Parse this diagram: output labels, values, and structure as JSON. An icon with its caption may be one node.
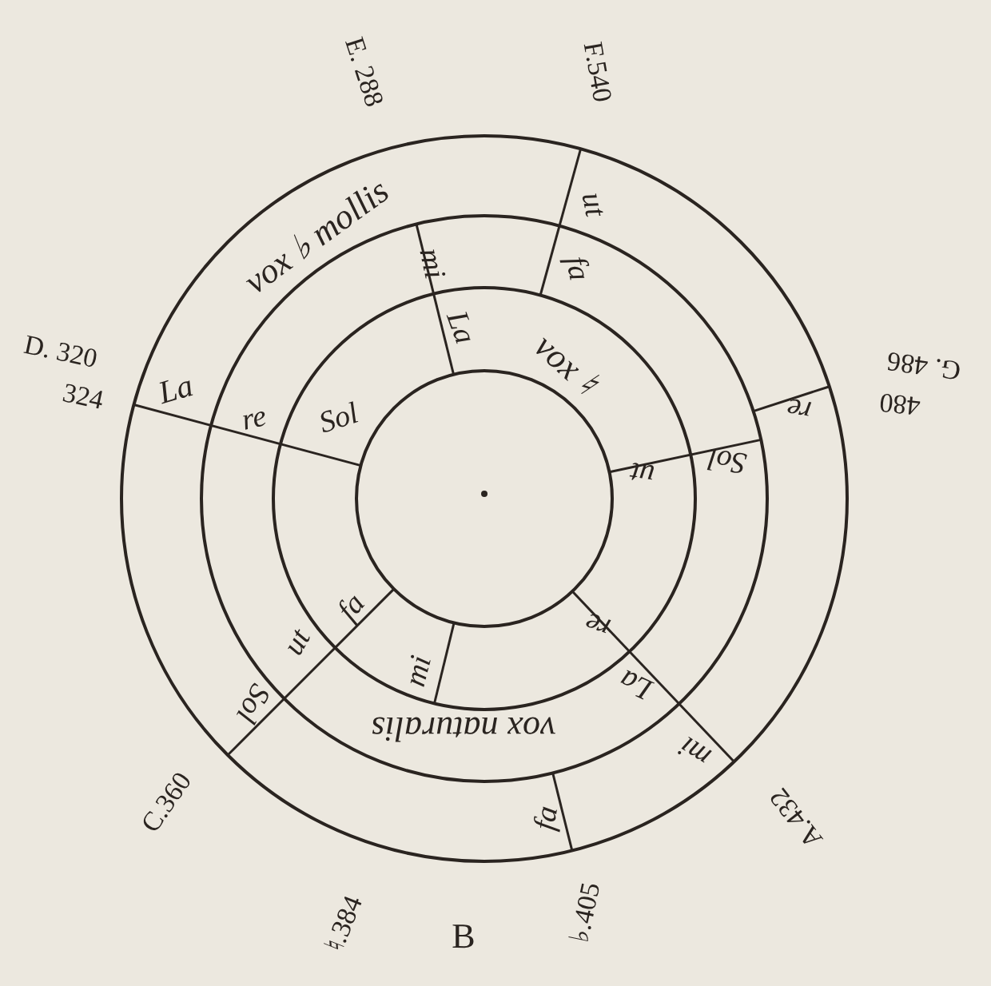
{
  "diagram": {
    "labels": [
      "E. 288",
      "F.540",
      "vox ♭ mollis",
      "ut",
      "mi",
      "fa",
      "La",
      "vox ♮",
      "D. 320",
      "324",
      "La",
      "re",
      "Sol",
      "G. 486",
      "re",
      "480",
      "ut",
      "Sol",
      "fa",
      "ut",
      "mi",
      "re",
      "Sol",
      "La",
      "vox naturalis",
      "mi",
      "fa",
      "C.360",
      "A.432",
      "♮.384",
      "B",
      "♭.405"
    ]
  }
}
